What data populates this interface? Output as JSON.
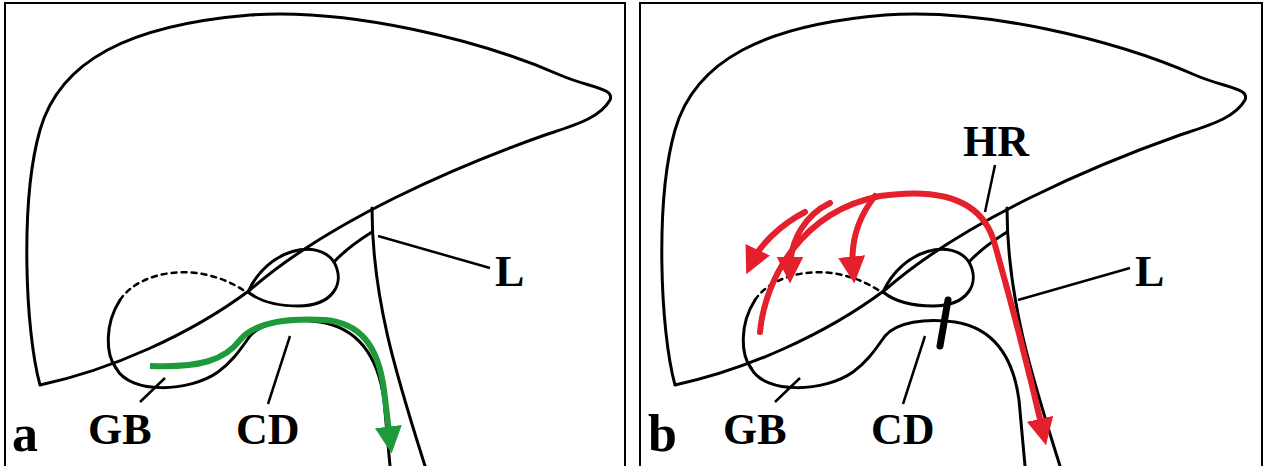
{
  "diagram": {
    "labels": [
      "a",
      "GB",
      "CD",
      "L",
      "b",
      "GB",
      "CD",
      "HR",
      "L"
    ]
  }
}
